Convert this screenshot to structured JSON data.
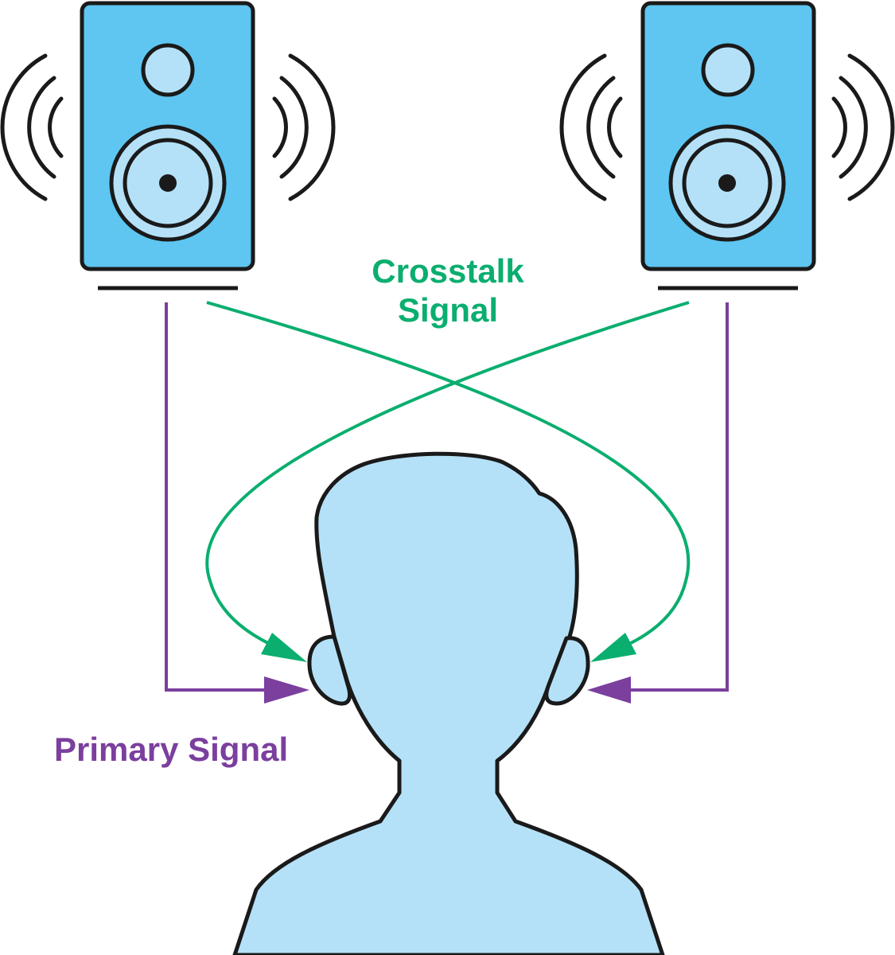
{
  "labels": {
    "crosstalk_line1": "Crosstalk",
    "crosstalk_line2": "Signal",
    "primary": "Primary Signal"
  },
  "colors": {
    "crosstalk": "#0AAE6F",
    "primary": "#7B3F9E",
    "speaker_body": "#5EC6F1",
    "speaker_driver": "#B4E1F8",
    "person_fill": "#B4E1F8",
    "outline": "#1A1A1A",
    "background": "#FFFFFF"
  }
}
